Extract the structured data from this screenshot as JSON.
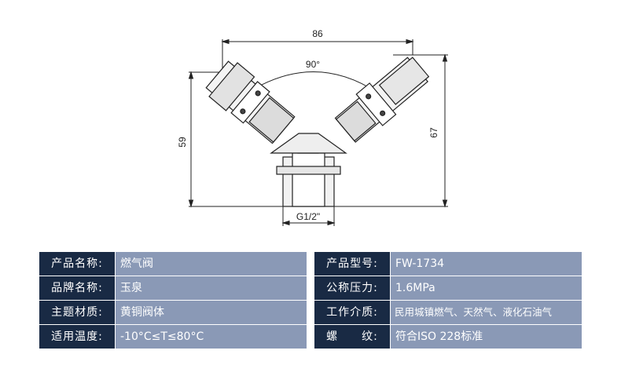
{
  "drawing": {
    "dim_width": "86",
    "dim_angle": "90°",
    "dim_left_height": "59",
    "dim_right_height": "67",
    "dim_thread": "G1/2\""
  },
  "specs_left": [
    {
      "label": "产品名称:",
      "value": "燃气阀"
    },
    {
      "label": "品牌名称:",
      "value": "玉泉"
    },
    {
      "label": "主题材质:",
      "value": "黄铜阀体"
    },
    {
      "label": "适用温度:",
      "value": "-10°C≤T≤80°C"
    }
  ],
  "specs_right": [
    {
      "label": "产品型号:",
      "value": "FW-1734"
    },
    {
      "label": "公称压力:",
      "value": "1.6MPa"
    },
    {
      "label": "工作介质:",
      "value": "民用城镇燃气、天然气、液化石油气"
    },
    {
      "label": "螺　　纹:",
      "value": "符合ISO 228标准"
    }
  ]
}
